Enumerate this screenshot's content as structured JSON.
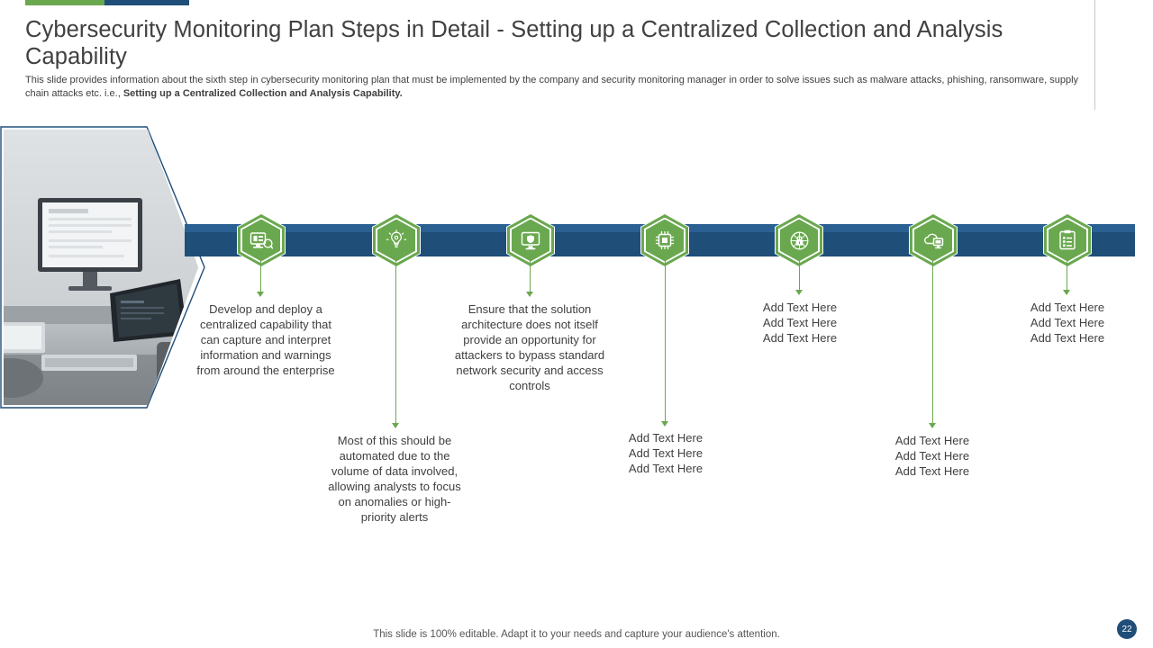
{
  "slide": {
    "title": "Cybersecurity Monitoring Plan Steps in Detail - Setting up a Centralized Collection and Analysis Capability",
    "subtitle_part1": "This slide provides information about the sixth step in cybersecurity monitoring plan that must be implemented by the company and security monitoring manager in order to solve issues such as malware attacks, phishing, ransomware, supply chain attacks etc. i.e., ",
    "subtitle_bold": "Setting up a Centralized Collection and Analysis Capability.",
    "footer_note": "This slide is 100% editable. Adapt it to your needs and capture your audience's attention.",
    "page_number": "22",
    "colors": {
      "accent_green": "#6aa84f",
      "accent_navy": "#1f4e79",
      "bar_highlight": "#2a6092",
      "text": "#404040"
    }
  },
  "timeline": {
    "nodes": [
      {
        "icon": "monitor-analytics-icon",
        "caption": "Develop and deploy a centralized capability that can capture and interpret information and warnings from around the enterprise"
      },
      {
        "icon": "lightbulb-gear-icon",
        "caption": "Most of this should be automated due to the volume of data involved, allowing analysts to focus on anomalies or high-priority alerts"
      },
      {
        "icon": "desktop-shield-icon",
        "caption": "Ensure that the solution architecture does not itself provide an opportunity for attackers to bypass standard network security and access controls"
      },
      {
        "icon": "chip-circuit-icon",
        "caption": "Add Text Here\nAdd Text Here\nAdd Text Here"
      },
      {
        "icon": "network-lock-icon",
        "caption": "Add Text Here\nAdd Text Here\nAdd Text Here"
      },
      {
        "icon": "cloud-monitor-icon",
        "caption": "Add Text Here\nAdd Text Here\nAdd Text Here"
      },
      {
        "icon": "checklist-document-icon",
        "caption": "Add Text Here\nAdd Text Here\nAdd Text Here"
      }
    ]
  }
}
